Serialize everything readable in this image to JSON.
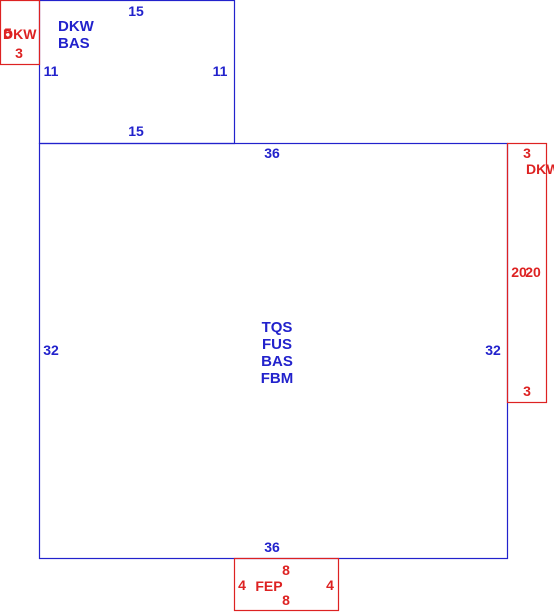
{
  "colors": {
    "primary": "#2222cc",
    "secondary": "#dd2222",
    "background": "#ffffff"
  },
  "sections": {
    "upper_block": {
      "codes": [
        "DKW",
        "BAS"
      ],
      "top": "15",
      "bottom": "15",
      "left": "11",
      "right": "11"
    },
    "main_block": {
      "codes": [
        "TQS",
        "FUS",
        "BAS",
        "FBM"
      ],
      "top": "36",
      "bottom": "36",
      "left": "32",
      "right": "32"
    },
    "deck_left": {
      "code": "DKW",
      "width_top": "5",
      "width_bottom": "3"
    },
    "deck_right": {
      "code": "DKW",
      "top": "3",
      "bottom": "3",
      "left": "20",
      "right": "20"
    },
    "porch": {
      "code": "FEP",
      "top": "8",
      "bottom": "8",
      "left": "4",
      "right": "4"
    }
  }
}
